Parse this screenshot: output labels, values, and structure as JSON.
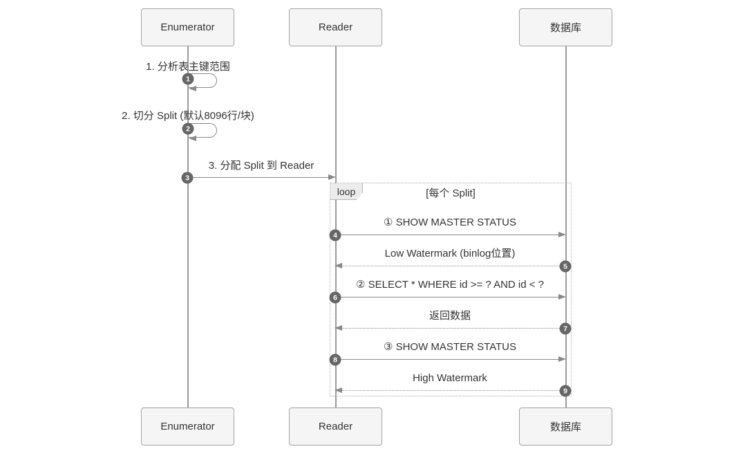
{
  "diagram": {
    "type": "sequence",
    "participants": [
      {
        "name": "Enumerator"
      },
      {
        "name": "Reader"
      },
      {
        "name": "数据库"
      }
    ],
    "loop": {
      "label": "loop",
      "condition": "[每个 Split]"
    },
    "messages": [
      {
        "num": "1",
        "text": "1. 分析表主键范围",
        "from": "Enumerator",
        "to": "Enumerator",
        "style": "self"
      },
      {
        "num": "2",
        "text": "2. 切分 Split (默认8096行/块)",
        "from": "Enumerator",
        "to": "Enumerator",
        "style": "self"
      },
      {
        "num": "3",
        "text": "3. 分配 Split 到 Reader",
        "from": "Enumerator",
        "to": "Reader",
        "style": "solid"
      },
      {
        "num": "4",
        "text": "① SHOW MASTER STATUS",
        "from": "Reader",
        "to": "数据库",
        "style": "solid"
      },
      {
        "num": "5",
        "text": "Low Watermark (binlog位置)",
        "from": "数据库",
        "to": "Reader",
        "style": "dotted"
      },
      {
        "num": "6",
        "text": "② SELECT * WHERE id >= ? AND id < ?",
        "from": "Reader",
        "to": "数据库",
        "style": "solid"
      },
      {
        "num": "7",
        "text": "返回数据",
        "from": "数据库",
        "to": "Reader",
        "style": "dotted"
      },
      {
        "num": "8",
        "text": "③ SHOW MASTER STATUS",
        "from": "Reader",
        "to": "数据库",
        "style": "solid"
      },
      {
        "num": "9",
        "text": "High Watermark",
        "from": "数据库",
        "to": "Reader",
        "style": "dotted"
      }
    ],
    "colors": {
      "box_fill": "#f5f5f5",
      "box_border": "#a3a3a3",
      "line": "#898989",
      "badge": "#666666",
      "text": "#333333",
      "loop_border": "#ababab"
    }
  }
}
